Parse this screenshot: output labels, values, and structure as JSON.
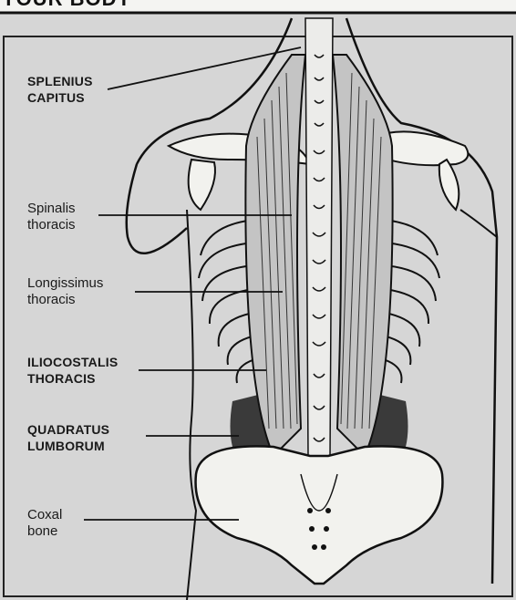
{
  "header": {
    "title": "YOUR BODY"
  },
  "labels": {
    "splenius": {
      "line1": "SPLENIUS",
      "line2": "CAPITUS"
    },
    "spinalis": {
      "line1": "Spinalis",
      "line2": "thoracis"
    },
    "longissimus": {
      "line1": "Longissimus",
      "line2": "thoracis"
    },
    "iliocostalis": {
      "line1": "ILIOCOSTALIS",
      "line2": "THORACIS"
    },
    "quadratus": {
      "line1": "QUADRATUS",
      "line2": "LUMBORUM"
    },
    "coxal": {
      "line1": "Coxal",
      "line2": "bone"
    }
  },
  "colors": {
    "panel": "#d6d6d6",
    "ink": "#1a1a1a",
    "bone": "#f2f2ee",
    "muscle": "#b8b8b8"
  }
}
